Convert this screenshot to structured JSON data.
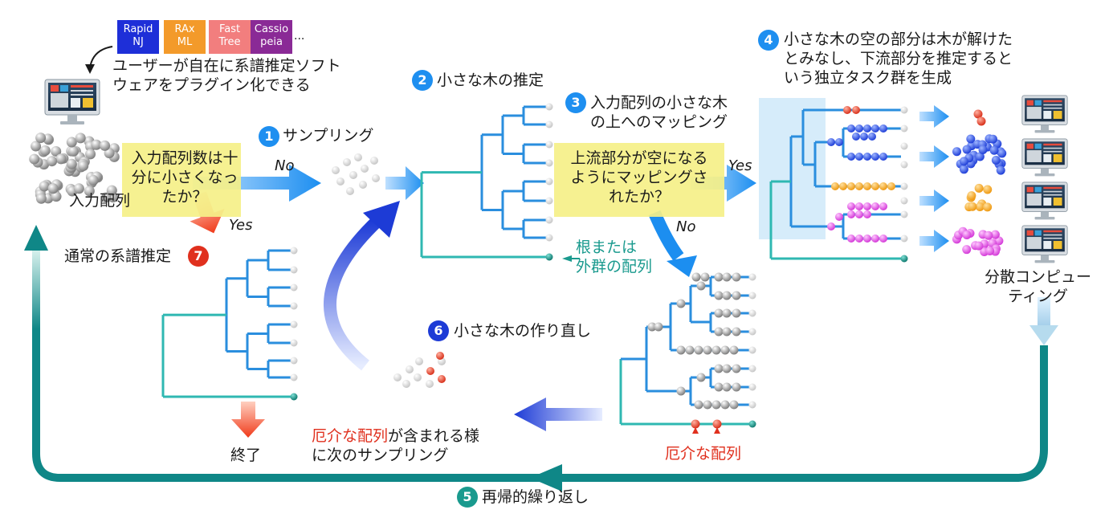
{
  "tools": [
    {
      "label": "Rapid\nNJ",
      "color": "#1e2fd8"
    },
    {
      "label": "RAx\nML",
      "color": "#f39a2a"
    },
    {
      "label": "Fast\nTree",
      "color": "#f27e7e"
    },
    {
      "label": "Cassio\npeia",
      "color": "#8a2a96"
    }
  ],
  "tools_ellipsis": "...",
  "plugin_caption": "ユーザーが自在に系譜推定ソフト\nウェアをプラグイン化できる",
  "input_label": "入力配列",
  "decision_small": "入力配列数は十\n分に小さくなっ\nたか？",
  "no_label": "No",
  "yes_label": "Yes",
  "steps": {
    "s1": {
      "num": "1",
      "text": "サンプリング"
    },
    "s2": {
      "num": "2",
      "text": "小さな木の推定"
    },
    "s3": {
      "num": "3",
      "text": "入力配列の小さな木\nの上へのマッピング"
    },
    "s4": {
      "num": "4",
      "text": "小さな木の空の部分は木が解けた\nとみなし、下流部分を推定すると\nいう独立タスク群を生成"
    },
    "s5": {
      "num": "5",
      "text": "再帰的繰り返し"
    },
    "s6": {
      "num": "6",
      "text": "小さな木の作り直し"
    },
    "s7": {
      "num": "7",
      "text": "通常の系譜推定"
    }
  },
  "decision_map": "上流部分が空になる\nようにマッピングさ\nれたか？",
  "root_label": "根または\n外群の配列",
  "distributed_label": "分散コンピュー\nティング",
  "problem_red": "厄介な配列",
  "resample_rest": "が含まれる様\nに次のサンプリング",
  "problem_seq_label": "厄介な配列",
  "end_label": "終了",
  "colors": {
    "badge_blue": "#1e8ff0",
    "badge_teal": "#1a9a8e",
    "badge_navy": "#1d3bd6",
    "badge_red": "#e0301e",
    "tree_blue": "#2a8ede",
    "tree_teal": "#2fb8b2",
    "loop_teal": "#0f8787",
    "problem_red": "#e0301e",
    "node_blue": "#2a4ee0",
    "node_orange": "#f0a020",
    "node_magenta": "#e04ee0"
  }
}
